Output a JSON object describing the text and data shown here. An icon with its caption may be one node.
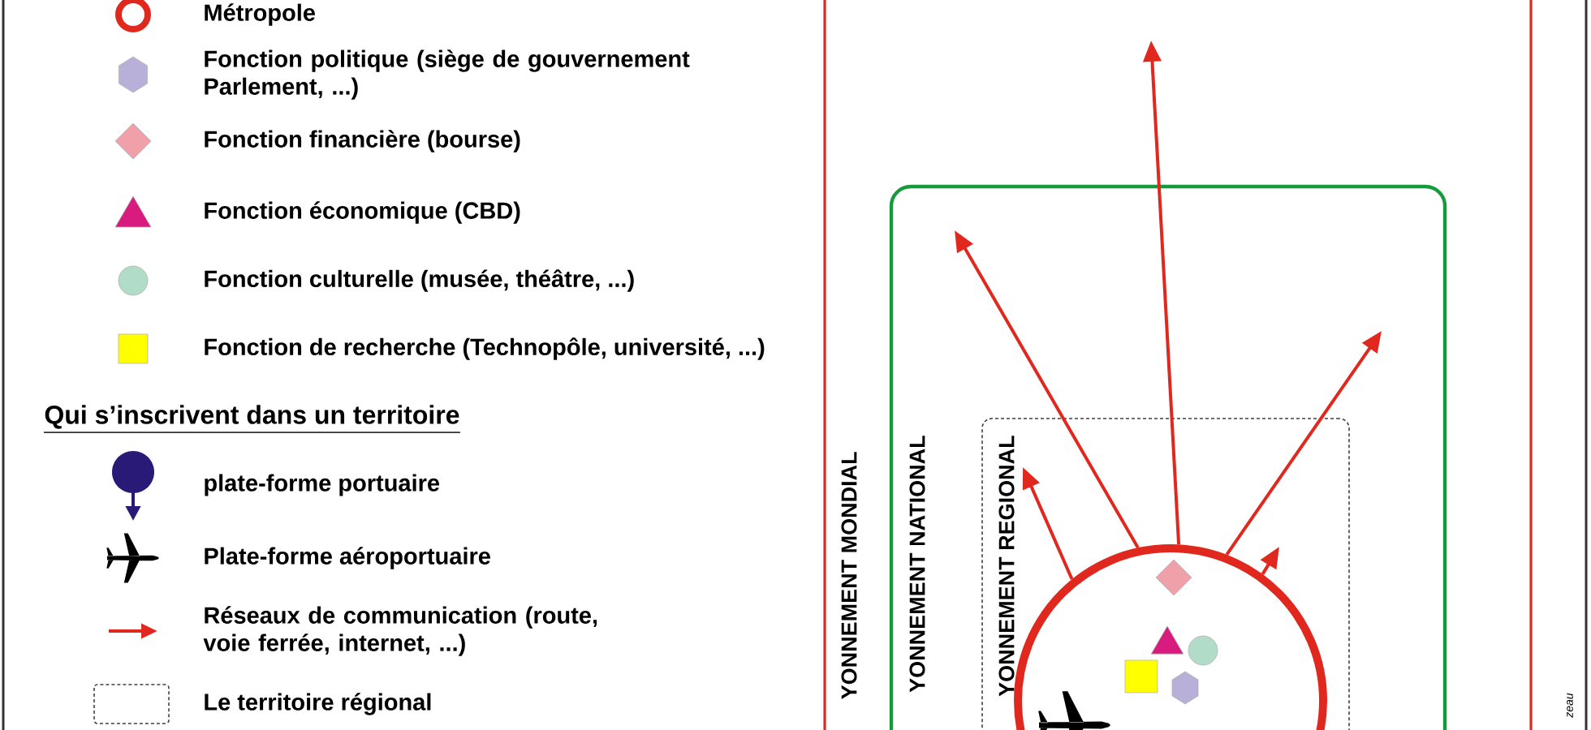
{
  "diagram": {
    "nodes": [
      {
        "text": [
          "YONNEMENT MONDIAL"
        ]
      },
      {
        "text": [
          "YONNEMENT NATIONAL"
        ],
        "in": 0
      },
      {
        "text": [
          "YONNEMENT REGIONAL"
        ],
        "in": 1
      },
      {
        "text": [],
        "shape": "circle",
        "in": 2
      }
    ],
    "edges": [
      {
        "from": 3,
        "to": null,
        "arrow": "to"
      },
      {
        "from": 3,
        "to": null,
        "arrow": "to"
      },
      {
        "from": 3,
        "to": null,
        "arrow": "to"
      },
      {
        "from": 3,
        "to": null,
        "arrow": "to"
      },
      {
        "from": 3,
        "to": null,
        "arrow": "to"
      }
    ],
    "labels": [
      "Qui s’inscrivent dans un territoire",
      "zeau"
    ],
    "legend": [
      {
        "text": "Métropole"
      },
      {
        "text": "Fonction politique (siège de gouvernement Parlement, ...)"
      },
      {
        "text": "Fonction financière (bourse)"
      },
      {
        "text": "Fonction économique (CBD)"
      },
      {
        "text": "Fonction culturelle (musée, théâtre, ...)"
      },
      {
        "text": "Fonction de recherche (Technopôle, université, ...)"
      },
      {
        "text": "plate-forme portuaire"
      },
      {
        "text": "Plate-forme aéroportuaire"
      },
      {
        "text": "Réseaux de communication (route, voie ferrée, internet, ...)"
      },
      {
        "text": "Le territoire régional"
      }
    ]
  }
}
